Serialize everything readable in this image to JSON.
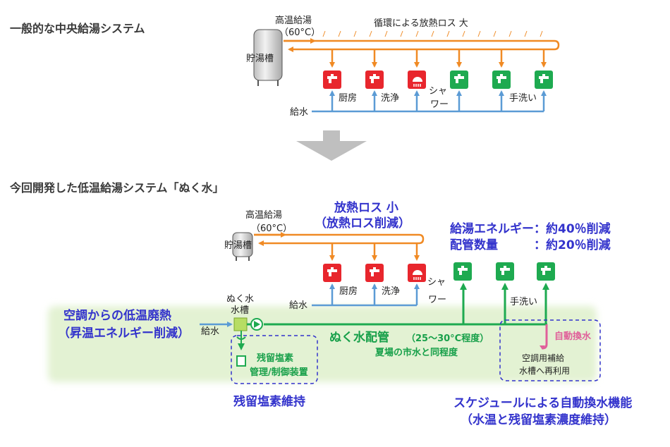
{
  "top": {
    "title": "一般的な中央給湯システム",
    "tank": "貯湯槽",
    "hot_supply": "高温給湯",
    "hot_temp": "（60°C）",
    "loss": "循環による放熱ロス 大",
    "water_supply": "給水",
    "labels": {
      "kitchen": "厨房",
      "wash": "洗浄",
      "shower_1": "シャ",
      "shower_2": "ワー",
      "handwash": "手洗い"
    }
  },
  "bottom": {
    "title": "今回開発した低温給湯システム「ぬく水」",
    "loss_1": "放熱ロス 小",
    "loss_2": "（放熱ロス削減）",
    "hot_supply": "高温給湯",
    "hot_temp": "（60°C）",
    "tank": "貯湯槽",
    "energy": "給湯エネルギー：約40％削減",
    "piping": "配管数量　　　：約20％削減",
    "kitchen": "厨房",
    "wash": "洗浄",
    "shower_1": "シャ",
    "shower_2": "ワー",
    "handwash": "手洗い",
    "water_supply": "給水",
    "nuku_tank_1": "ぬく水",
    "nuku_tank_2": "水槽",
    "waste_heat_1": "空調からの低温廃熱",
    "waste_heat_2": "（昇温エネルギー削減）",
    "supply_left": "給水",
    "pipe_label": "ぬく水配管",
    "pipe_temp": "（25～30°C程度）",
    "summer": "夏場の市水と同程度",
    "chlorine_device_1": "残留塩素",
    "chlorine_device_2": "管理/制御装置",
    "chlorine_keep": "残留塩素維持",
    "auto_change": "自動換水",
    "reuse_1": "空調用補給",
    "reuse_2": "水槽へ再利用",
    "schedule_1": "スケジュールによる自動換水機能",
    "schedule_2": "（水温と残留塩素濃度維持）"
  },
  "colors": {
    "orange": "#f08a24",
    "blue": "#5b9bd5",
    "green": "#1eaa50",
    "red": "#e8262d",
    "green_band": "#e3f2d3",
    "navy": "#3333cc",
    "pink": "#e0609a"
  }
}
